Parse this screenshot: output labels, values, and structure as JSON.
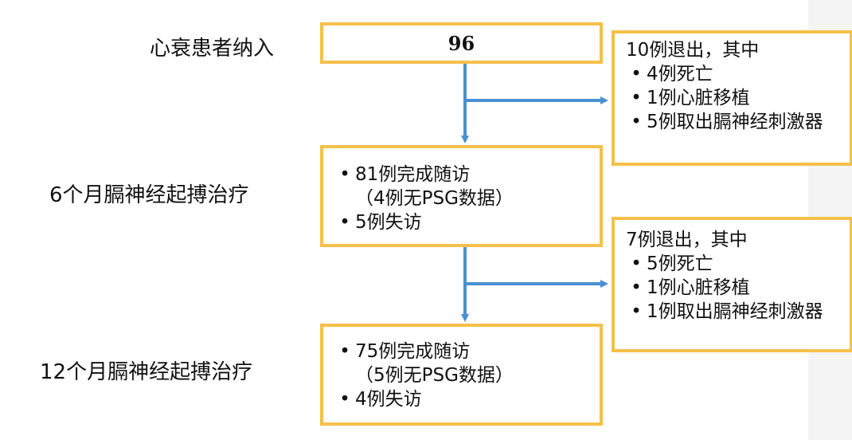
{
  "stages": [
    {
      "label": "心衰患者纳入"
    },
    {
      "label": "6个月膈神经起搏治疗"
    },
    {
      "label": "12个月膈神经起搏治疗"
    }
  ],
  "boxes": {
    "enrolled": {
      "count": "96"
    },
    "month6": {
      "items": [
        "81例完成随访",
        "（4例无PSG数据）",
        "5例失访"
      ]
    },
    "month12": {
      "items": [
        "75例完成随访",
        "（5例无PSG数据）",
        "4例失访"
      ]
    }
  },
  "exits": [
    {
      "title": "10例退出，其中",
      "items": [
        "4例死亡",
        "1例心脏移植",
        "5例取出膈神经刺激器"
      ]
    },
    {
      "title": "7例退出，其中",
      "items": [
        "5例死亡",
        "1例心脏移植",
        "1例取出膈神经刺激器"
      ]
    }
  ],
  "colors": {
    "box_border": "#f5c04a",
    "arrow": "#4a90d2"
  }
}
